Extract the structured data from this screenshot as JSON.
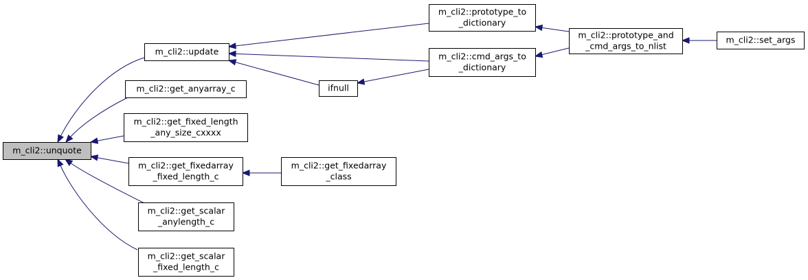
{
  "graph": {
    "title": "",
    "edge_color": "#191970",
    "root_fill": "#bfbfbf",
    "nodes": [
      {
        "id": "unquote",
        "lines": [
          "m_cli2::unquote"
        ],
        "root": true
      },
      {
        "id": "update",
        "lines": [
          "m_cli2::update"
        ]
      },
      {
        "id": "get_anyarray_c",
        "lines": [
          "m_cli2::get_anyarray_c"
        ]
      },
      {
        "id": "get_fixed_length_any_size_cxxxx",
        "lines": [
          "m_cli2::get_fixed_length",
          "_any_size_cxxxx"
        ]
      },
      {
        "id": "get_fixedarray_fixed_length_c",
        "lines": [
          "m_cli2::get_fixedarray",
          "_fixed_length_c"
        ]
      },
      {
        "id": "get_scalar_anylength_c",
        "lines": [
          "m_cli2::get_scalar",
          "_anylength_c"
        ]
      },
      {
        "id": "get_scalar_fixed_length_c",
        "lines": [
          "m_cli2::get_scalar",
          "_fixed_length_c"
        ]
      },
      {
        "id": "ifnull",
        "lines": [
          "ifnull"
        ]
      },
      {
        "id": "get_fixedarray_class",
        "lines": [
          "m_cli2::get_fixedarray",
          "_class"
        ]
      },
      {
        "id": "prototype_to_dictionary",
        "lines": [
          "m_cli2::prototype_to",
          "_dictionary"
        ]
      },
      {
        "id": "cmd_args_to_dictionary",
        "lines": [
          "m_cli2::cmd_args_to",
          "_dictionary"
        ]
      },
      {
        "id": "prototype_and_cmd_args_to_nlist",
        "lines": [
          "m_cli2::prototype_and",
          "_cmd_args_to_nlist"
        ]
      },
      {
        "id": "set_args",
        "lines": [
          "m_cli2::set_args"
        ]
      }
    ],
    "edges": [
      {
        "from": "update",
        "to": "unquote"
      },
      {
        "from": "get_anyarray_c",
        "to": "unquote"
      },
      {
        "from": "get_fixed_length_any_size_cxxxx",
        "to": "unquote"
      },
      {
        "from": "get_fixedarray_fixed_length_c",
        "to": "unquote"
      },
      {
        "from": "get_scalar_anylength_c",
        "to": "unquote"
      },
      {
        "from": "get_scalar_fixed_length_c",
        "to": "unquote"
      },
      {
        "from": "prototype_to_dictionary",
        "to": "update"
      },
      {
        "from": "cmd_args_to_dictionary",
        "to": "update"
      },
      {
        "from": "ifnull",
        "to": "update"
      },
      {
        "from": "cmd_args_to_dictionary",
        "to": "ifnull"
      },
      {
        "from": "get_fixedarray_class",
        "to": "get_fixedarray_fixed_length_c"
      },
      {
        "from": "prototype_and_cmd_args_to_nlist",
        "to": "prototype_to_dictionary"
      },
      {
        "from": "prototype_and_cmd_args_to_nlist",
        "to": "cmd_args_to_dictionary"
      },
      {
        "from": "set_args",
        "to": "prototype_and_cmd_args_to_nlist"
      }
    ]
  }
}
